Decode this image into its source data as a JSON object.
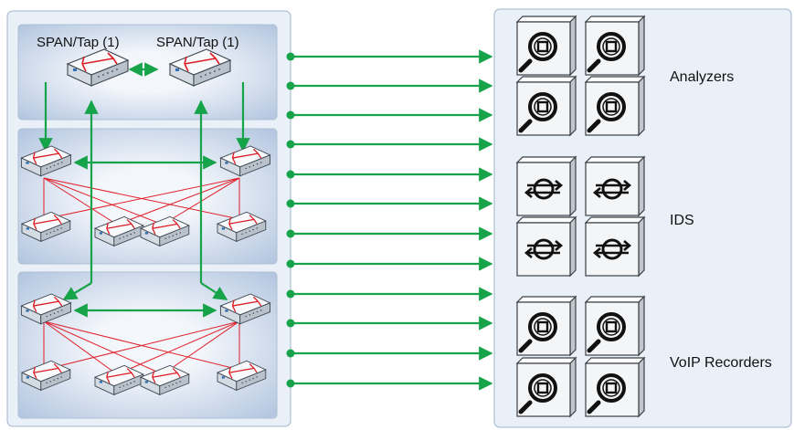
{
  "top_labels": [
    "SPAN/Tap (1)",
    "SPAN/Tap (1)"
  ],
  "groups": [
    {
      "label": "Analyzers",
      "device_icon": "analyzer-magnifier-icon",
      "count": 4
    },
    {
      "label": "IDS",
      "device_icon": "ids-sensor-icon",
      "count": 4
    },
    {
      "label": "VoIP Recorders",
      "device_icon": "voip-recorder-magnifier-icon",
      "count": 4
    }
  ],
  "switch_icon": "network-switch-icon",
  "colors": {
    "traffic_link": "#16a34a",
    "network_mesh": "#e0202a",
    "panel_background": "#e9f0f8",
    "panel_border": "#9fb4cc"
  }
}
